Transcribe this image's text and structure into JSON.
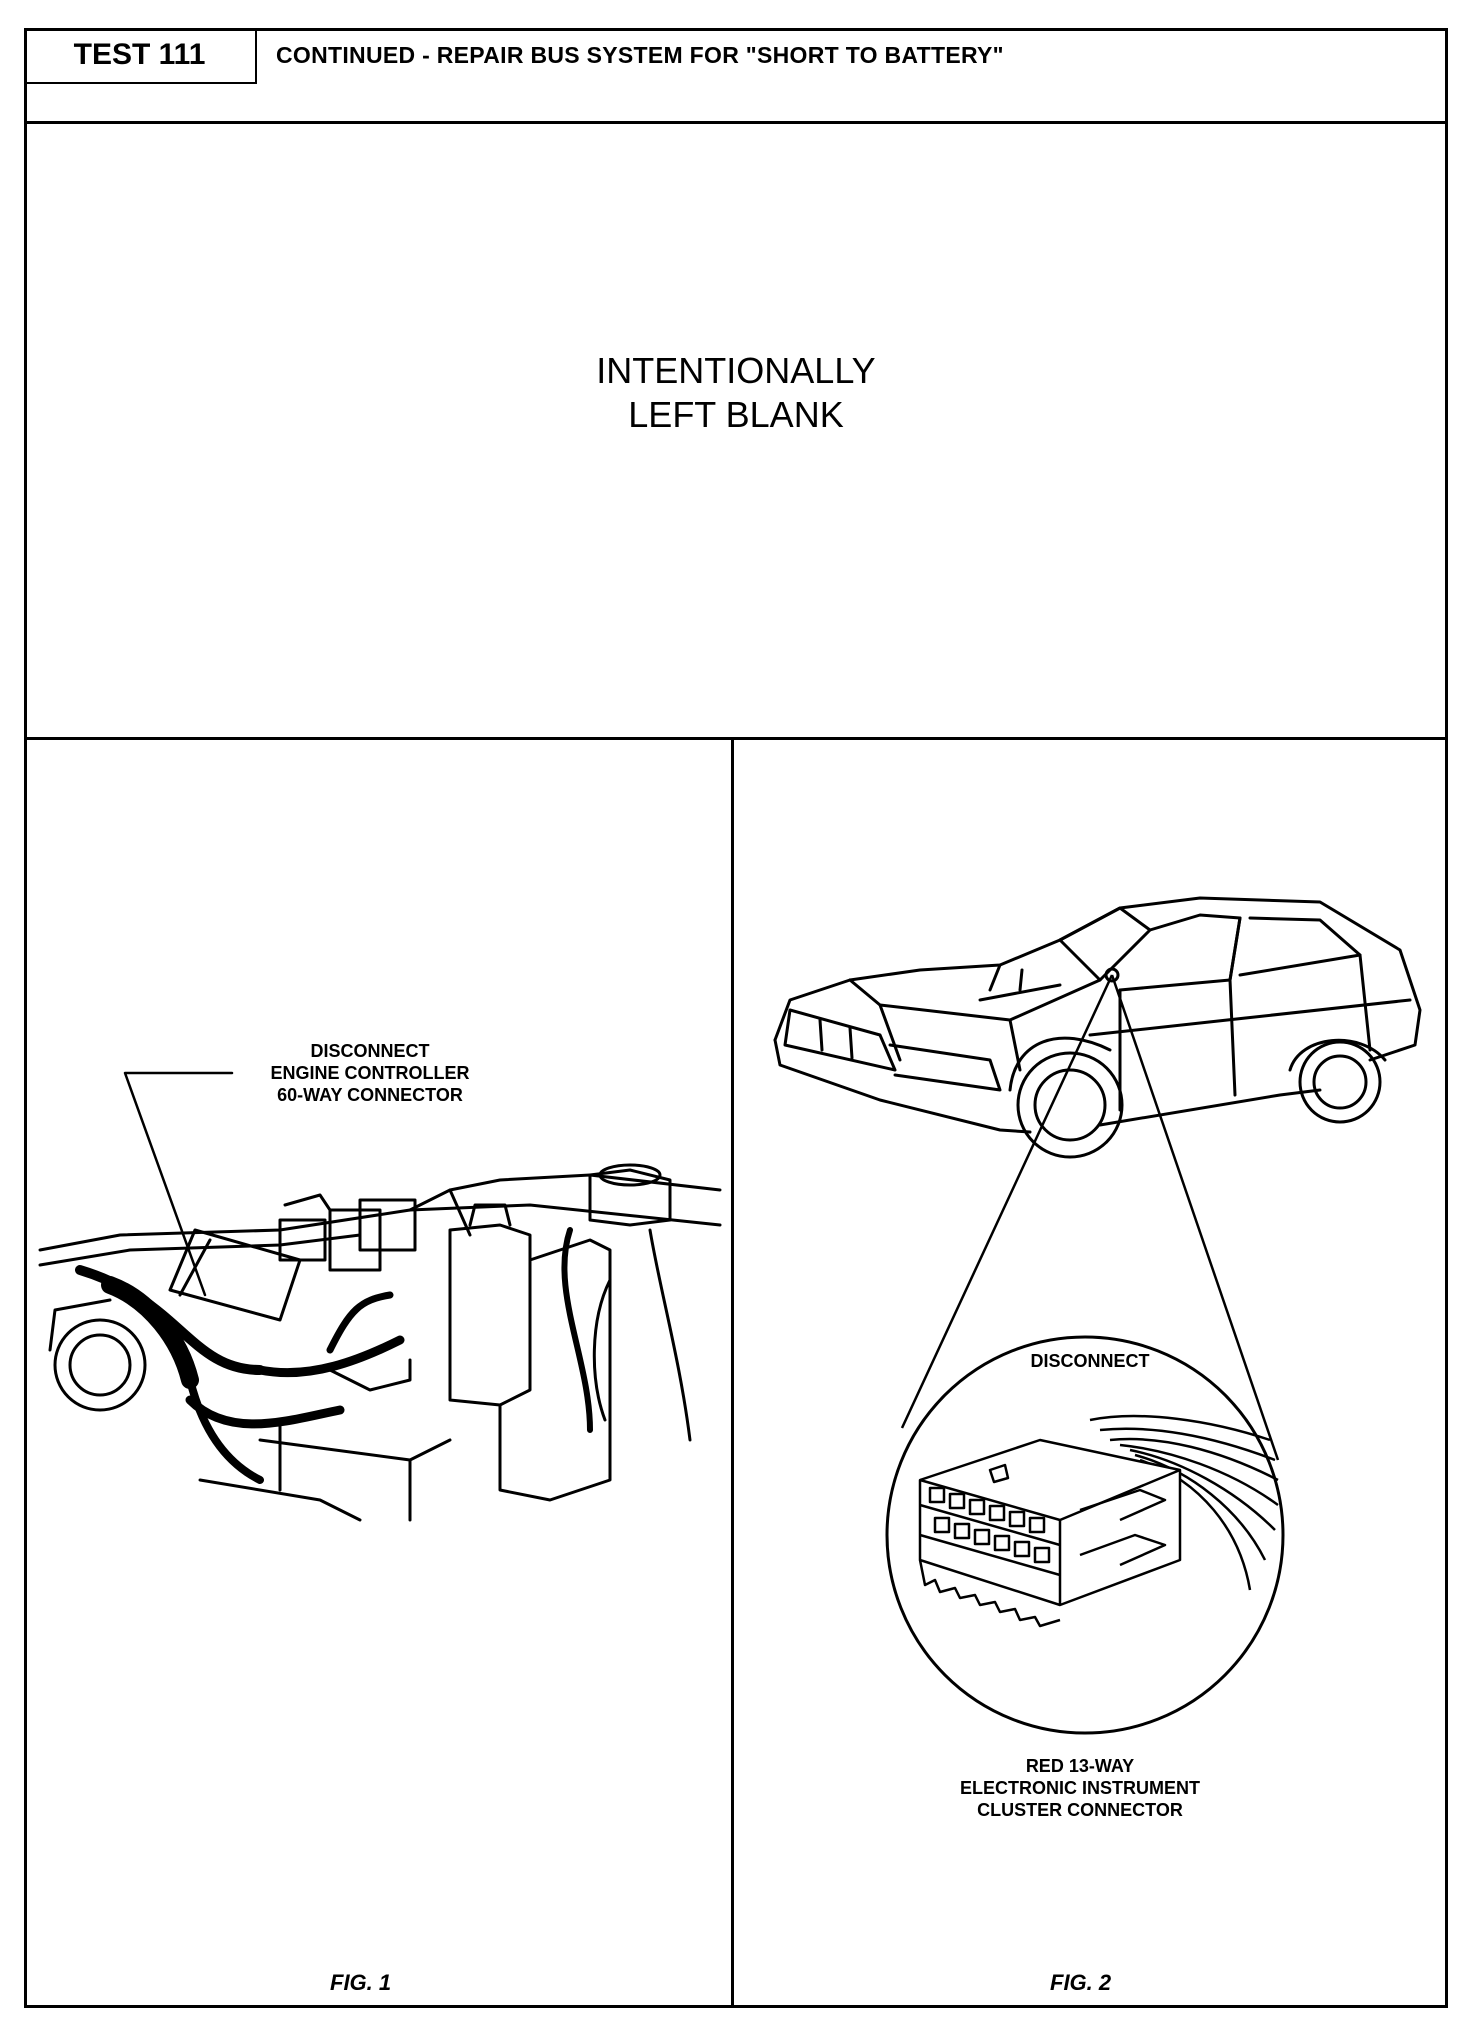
{
  "header": {
    "test_label": "TEST 111",
    "title": "CONTINUED - REPAIR BUS SYSTEM FOR \"SHORT TO BATTERY\""
  },
  "blank_panel": {
    "line1": "INTENTIONALLY",
    "line2": "LEFT BLANK"
  },
  "figure1": {
    "callout_line1": "DISCONNECT",
    "callout_line2": "ENGINE CONTROLLER",
    "callout_line3": "60-WAY CONNECTOR",
    "label": "FIG. 1"
  },
  "figure2": {
    "inset_label": "DISCONNECT",
    "callout_line1": "RED 13-WAY",
    "callout_line2": "ELECTRONIC INSTRUMENT",
    "callout_line3": "CLUSTER CONNECTOR",
    "label": "FIG. 2"
  }
}
